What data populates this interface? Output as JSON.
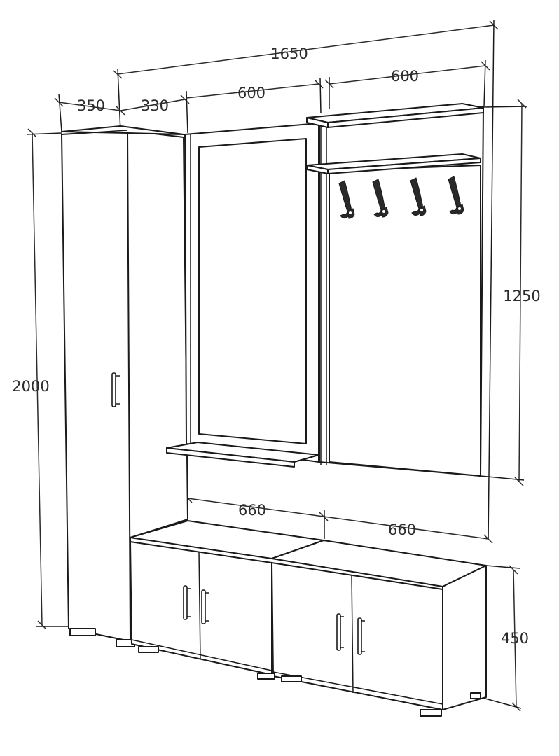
{
  "dimensions": {
    "total_width": "1650",
    "tall_cabinet_width": "350",
    "gap_width": "330",
    "mirror_width": "600",
    "hanger_width": "600",
    "total_height": "2000",
    "hanger_height": "1250",
    "bench_left_width": "660",
    "bench_right_width": "660",
    "bench_height": "450"
  },
  "colors": {
    "line": "#1a1a1a",
    "background": "#ffffff"
  },
  "hooks": {
    "count": 4,
    "icon": "coat-hook-icon"
  }
}
